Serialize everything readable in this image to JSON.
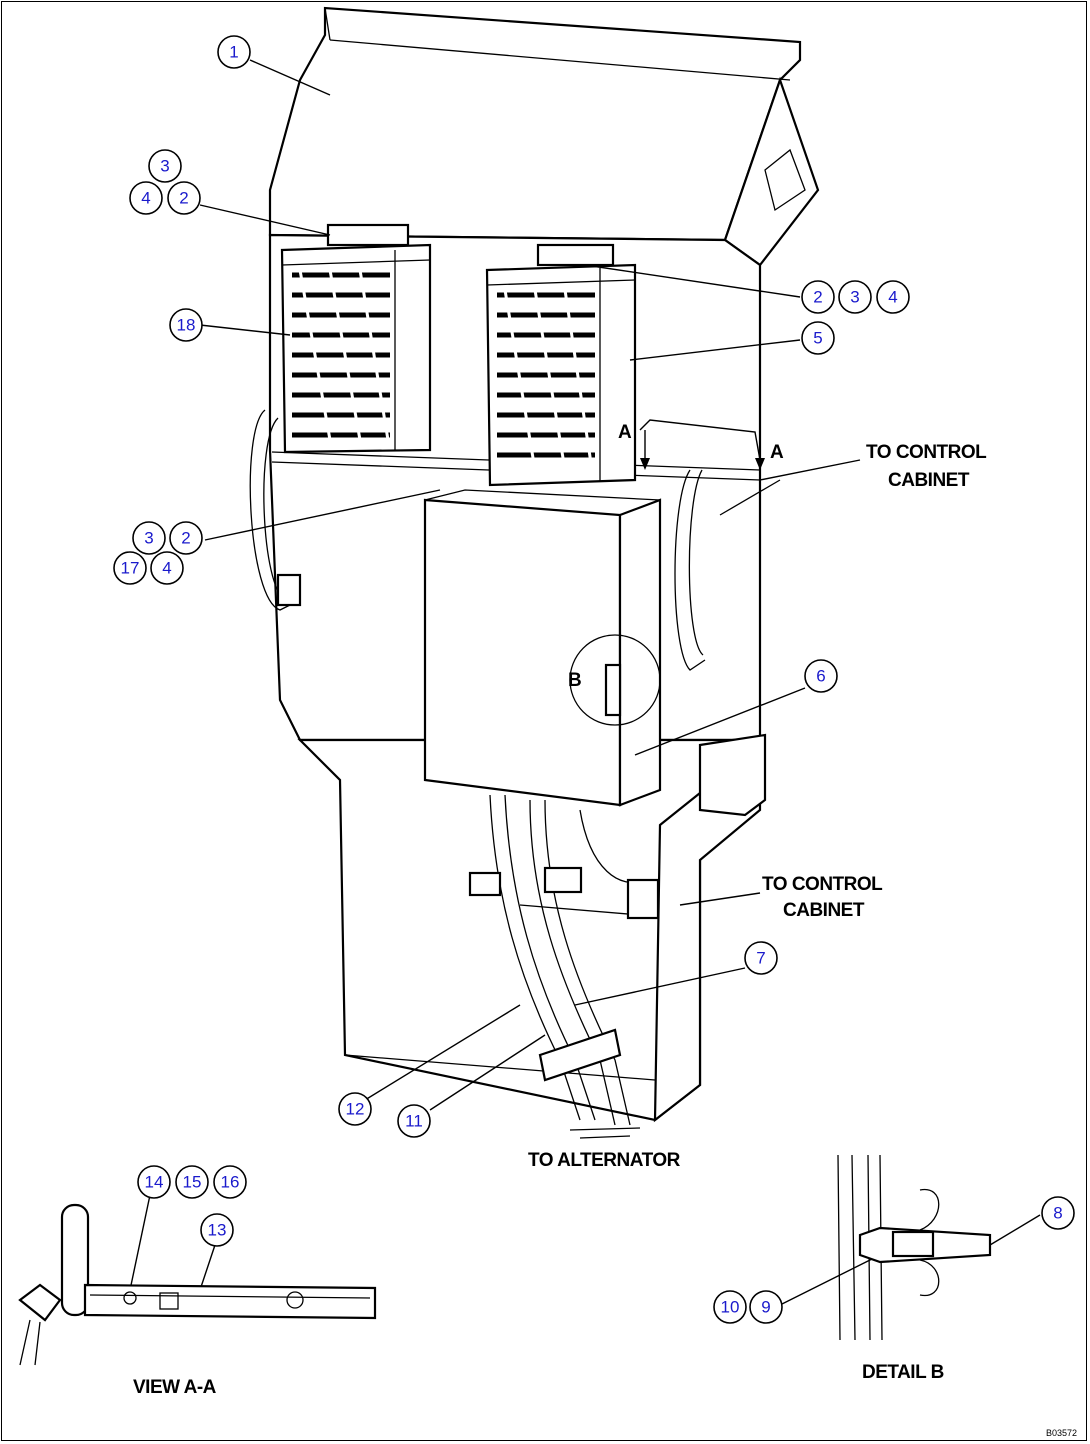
{
  "callouts": {
    "c1": "1",
    "c2a": "2",
    "c3a": "3",
    "c4a": "4",
    "c18": "18",
    "c2b": "2",
    "c3b": "3",
    "c4b": "4",
    "c5": "5",
    "c3c": "3",
    "c2c": "2",
    "c17": "17",
    "c4c": "4",
    "c6": "6",
    "c7": "7",
    "c12": "12",
    "c11": "11",
    "c14": "14",
    "c15": "15",
    "c16": "16",
    "c13": "13",
    "c8": "8",
    "c10": "10",
    "c9": "9"
  },
  "labels": {
    "to_control_cabinet_1_line1": "TO CONTROL",
    "to_control_cabinet_1_line2": "CABINET",
    "to_control_cabinet_2_line1": "TO CONTROL",
    "to_control_cabinet_2_line2": "CABINET",
    "to_alternator": "TO ALTERNATOR",
    "view_aa": "VIEW A-A",
    "detail_b": "DETAIL B",
    "section_a_left": "A",
    "section_a_right": "A",
    "detail_marker_b": "B",
    "drawing_code": "B03572"
  },
  "colors": {
    "callout_text": "#1a1acc",
    "line": "#000000"
  }
}
